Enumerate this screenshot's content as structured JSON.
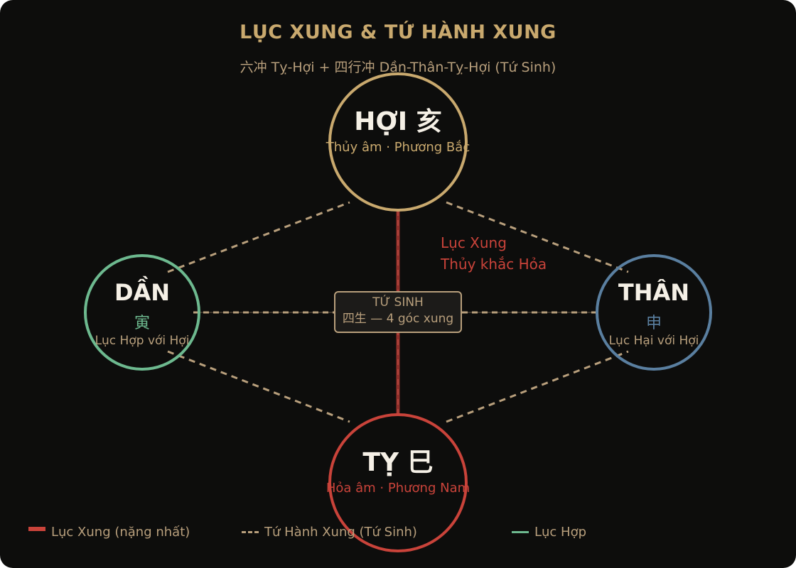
{
  "header": {
    "title": "LỤC XUNG & TỨ HÀNH XUNG",
    "subtitle": "六冲 Tỵ-Hợi + 四行冲 Dần-Thân-Tỵ-Hợi (Tứ Sinh)"
  },
  "colors": {
    "background": "#0d0d0c",
    "gold": "#c9a96e",
    "tan": "#b89f7c",
    "red": "#c9433a",
    "green": "#6db98f",
    "blue": "#5a7fa0",
    "white": "#f5f0e6"
  },
  "nodes": {
    "hoi": {
      "name": "HỢI 亥",
      "subtitle": "Thủy âm · Phương Bắc",
      "color": "#c9a96e"
    },
    "dan": {
      "name": "DẦN",
      "glyph": "寅",
      "subtitle": "Lục Hợp với Hợi",
      "color": "#6db98f"
    },
    "than": {
      "name": "THÂN",
      "glyph": "申",
      "subtitle": "Lục Hại với Hợi",
      "color": "#5a7fa0"
    },
    "ty": {
      "name": "TỴ 巳",
      "subtitle": "Hỏa âm · Phương Nam",
      "color": "#c9433a"
    }
  },
  "center": {
    "line1": "TỨ SINH",
    "line2": "四生 — 4 góc xung"
  },
  "annotation": {
    "line1": "Lục Xung",
    "line2": "Thủy khắc Hỏa"
  },
  "legend": [
    {
      "label": "Lục Xung (nặng nhất)",
      "style": "solid-thick",
      "color": "#c9433a"
    },
    {
      "label": "Tứ Hành Xung (Tứ Sinh)",
      "style": "dashed",
      "color": "#b89f7c"
    },
    {
      "label": "Lục Hợp",
      "style": "solid",
      "color": "#6db98f"
    }
  ]
}
